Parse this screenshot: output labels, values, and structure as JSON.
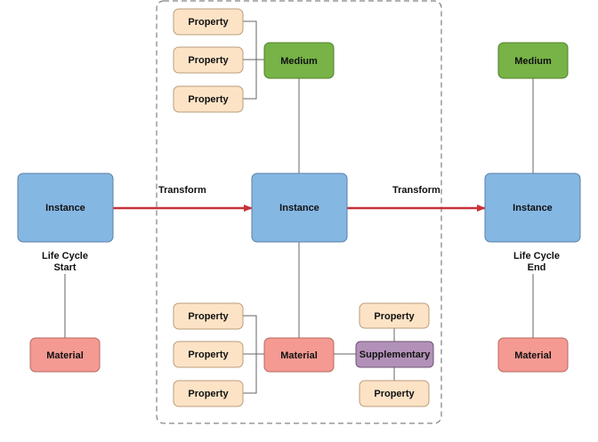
{
  "colors": {
    "instance_fill": "#85b7e3",
    "instance_stroke": "#5a7fa8",
    "medium_fill": "#77b347",
    "medium_stroke": "#4f7f2b",
    "material_fill": "#f49a92",
    "material_stroke": "#b86a63",
    "property_fill": "#fde3c6",
    "property_stroke": "#b99c7a",
    "supplementary_fill": "#b291b8",
    "supplementary_stroke": "#6d5473",
    "arrow": "#c8323a",
    "connector": "#666666",
    "group_border": "#666666"
  },
  "nodes": {
    "instance_start": "Instance",
    "instance_middle": "Instance",
    "instance_end": "Instance",
    "medium_middle": "Medium",
    "medium_end": "Medium",
    "material_start": "Material",
    "material_middle": "Material",
    "material_end": "Material",
    "supplementary": "Supplementary",
    "prop_top_1": "Property",
    "prop_top_2": "Property",
    "prop_top_3": "Property",
    "prop_bottom_1": "Property",
    "prop_bottom_2": "Property",
    "prop_bottom_3": "Property",
    "prop_supp_top": "Property",
    "prop_supp_bottom": "Property"
  },
  "labels": {
    "transform_1": "Transform",
    "transform_2": "Transform",
    "life_cycle_start": [
      "Life Cycle",
      "Start"
    ],
    "life_cycle_end": [
      "Life Cycle",
      "End"
    ]
  }
}
